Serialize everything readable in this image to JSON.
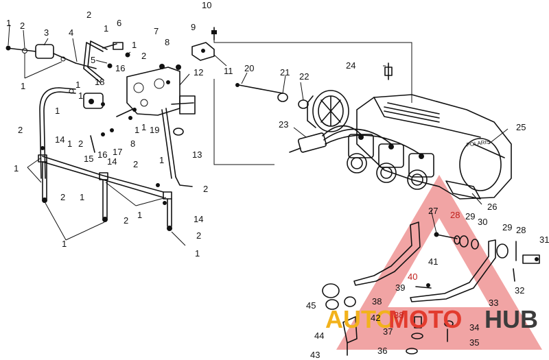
{
  "watermark": {
    "part1": "AUTO",
    "part2": "MOTO",
    "part3": "HUB",
    "colors": {
      "triangle": "#e65a5a",
      "auto": "#f2b21c",
      "moto": "#e23b2e",
      "hub": "#3c3c3c"
    }
  },
  "labels": [
    {
      "id": "l1a",
      "text": "1"
    },
    {
      "id": "l2a",
      "text": "2"
    },
    {
      "id": "l3",
      "text": "3"
    },
    {
      "id": "l1b",
      "text": "1"
    },
    {
      "id": "l4",
      "text": "4"
    },
    {
      "id": "l2b",
      "text": "2"
    },
    {
      "id": "l1c",
      "text": "1"
    },
    {
      "id": "l6",
      "text": "6"
    },
    {
      "id": "l1d",
      "text": "1"
    },
    {
      "id": "l5",
      "text": "5"
    },
    {
      "id": "l16a",
      "text": "16"
    },
    {
      "id": "l2c",
      "text": "2"
    },
    {
      "id": "l7",
      "text": "7"
    },
    {
      "id": "l8a",
      "text": "8"
    },
    {
      "id": "l9",
      "text": "9"
    },
    {
      "id": "l10",
      "text": "10"
    },
    {
      "id": "l11",
      "text": "11"
    },
    {
      "id": "l12",
      "text": "12"
    },
    {
      "id": "l18",
      "text": "18"
    },
    {
      "id": "l1e",
      "text": "1"
    },
    {
      "id": "l1f",
      "text": "1"
    },
    {
      "id": "l1g",
      "text": "1"
    },
    {
      "id": "l2d",
      "text": "2"
    },
    {
      "id": "l19",
      "text": "19"
    },
    {
      "id": "l1h",
      "text": "1"
    },
    {
      "id": "l8b",
      "text": "8"
    },
    {
      "id": "l13",
      "text": "13"
    },
    {
      "id": "l14a",
      "text": "14"
    },
    {
      "id": "l1i",
      "text": "1"
    },
    {
      "id": "l2e",
      "text": "2"
    },
    {
      "id": "l15",
      "text": "15"
    },
    {
      "id": "l16b",
      "text": "16"
    },
    {
      "id": "l17",
      "text": "17"
    },
    {
      "id": "l14b",
      "text": "14"
    },
    {
      "id": "l2f",
      "text": "2"
    },
    {
      "id": "l1j",
      "text": "1"
    },
    {
      "id": "l1k",
      "text": "1"
    },
    {
      "id": "l2g",
      "text": "2"
    },
    {
      "id": "l1l",
      "text": "1"
    },
    {
      "id": "l2h",
      "text": "2"
    },
    {
      "id": "l1m",
      "text": "1"
    },
    {
      "id": "l2i",
      "text": "2"
    },
    {
      "id": "l1n",
      "text": "1"
    },
    {
      "id": "l14c",
      "text": "14"
    },
    {
      "id": "l2j",
      "text": "2"
    },
    {
      "id": "l1o",
      "text": "1"
    },
    {
      "id": "l1p",
      "text": "1"
    },
    {
      "id": "l20",
      "text": "20"
    },
    {
      "id": "l21",
      "text": "21"
    },
    {
      "id": "l22",
      "text": "22"
    },
    {
      "id": "l24",
      "text": "24"
    },
    {
      "id": "l23",
      "text": "23"
    },
    {
      "id": "l25",
      "text": "25"
    },
    {
      "id": "l26",
      "text": "26"
    },
    {
      "id": "l27",
      "text": "27"
    },
    {
      "id": "l28a",
      "text": "28"
    },
    {
      "id": "l29a",
      "text": "29"
    },
    {
      "id": "l30",
      "text": "30"
    },
    {
      "id": "l29b",
      "text": "29"
    },
    {
      "id": "l28b",
      "text": "28"
    },
    {
      "id": "l31",
      "text": "31"
    },
    {
      "id": "l41",
      "text": "41"
    },
    {
      "id": "l40",
      "text": "40"
    },
    {
      "id": "l39",
      "text": "39"
    },
    {
      "id": "l32",
      "text": "32"
    },
    {
      "id": "l33",
      "text": "33"
    },
    {
      "id": "l45",
      "text": "45"
    },
    {
      "id": "l38a",
      "text": "38"
    },
    {
      "id": "l42",
      "text": "42"
    },
    {
      "id": "l38b",
      "text": "38"
    },
    {
      "id": "l34",
      "text": "34"
    },
    {
      "id": "l44",
      "text": "44"
    },
    {
      "id": "l37",
      "text": "37"
    },
    {
      "id": "l35",
      "text": "35"
    },
    {
      "id": "l43",
      "text": "43"
    },
    {
      "id": "l36",
      "text": "36"
    }
  ]
}
